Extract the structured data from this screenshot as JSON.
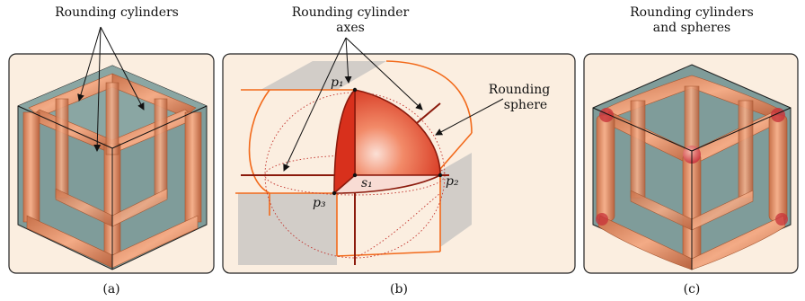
{
  "panels": [
    {
      "caption": "(a)",
      "title_lines": [
        "Rounding cylinders"
      ]
    },
    {
      "caption": "(b)",
      "title_lines": [
        "Rounding cylinder",
        "axes"
      ],
      "sphere_label_lines": [
        "Rounding",
        "sphere"
      ],
      "points": {
        "p1": "p₁",
        "p2": "p₂",
        "p3": "p₃",
        "s1": "s₁"
      }
    },
    {
      "caption": "(c)",
      "title_lines": [
        "Rounding cylinders",
        "and spheres"
      ]
    }
  ],
  "colors": {
    "panel_bg": "#fbeee0",
    "cylinder": "#e8956c",
    "cylinder_dark": "#c86f48",
    "cube_face": "#7f9c9a",
    "guide": "#f26a1b",
    "axis": "#8b1a0c",
    "sphere_red": "#e0301e",
    "gray_plane": "#d2cdc8"
  }
}
